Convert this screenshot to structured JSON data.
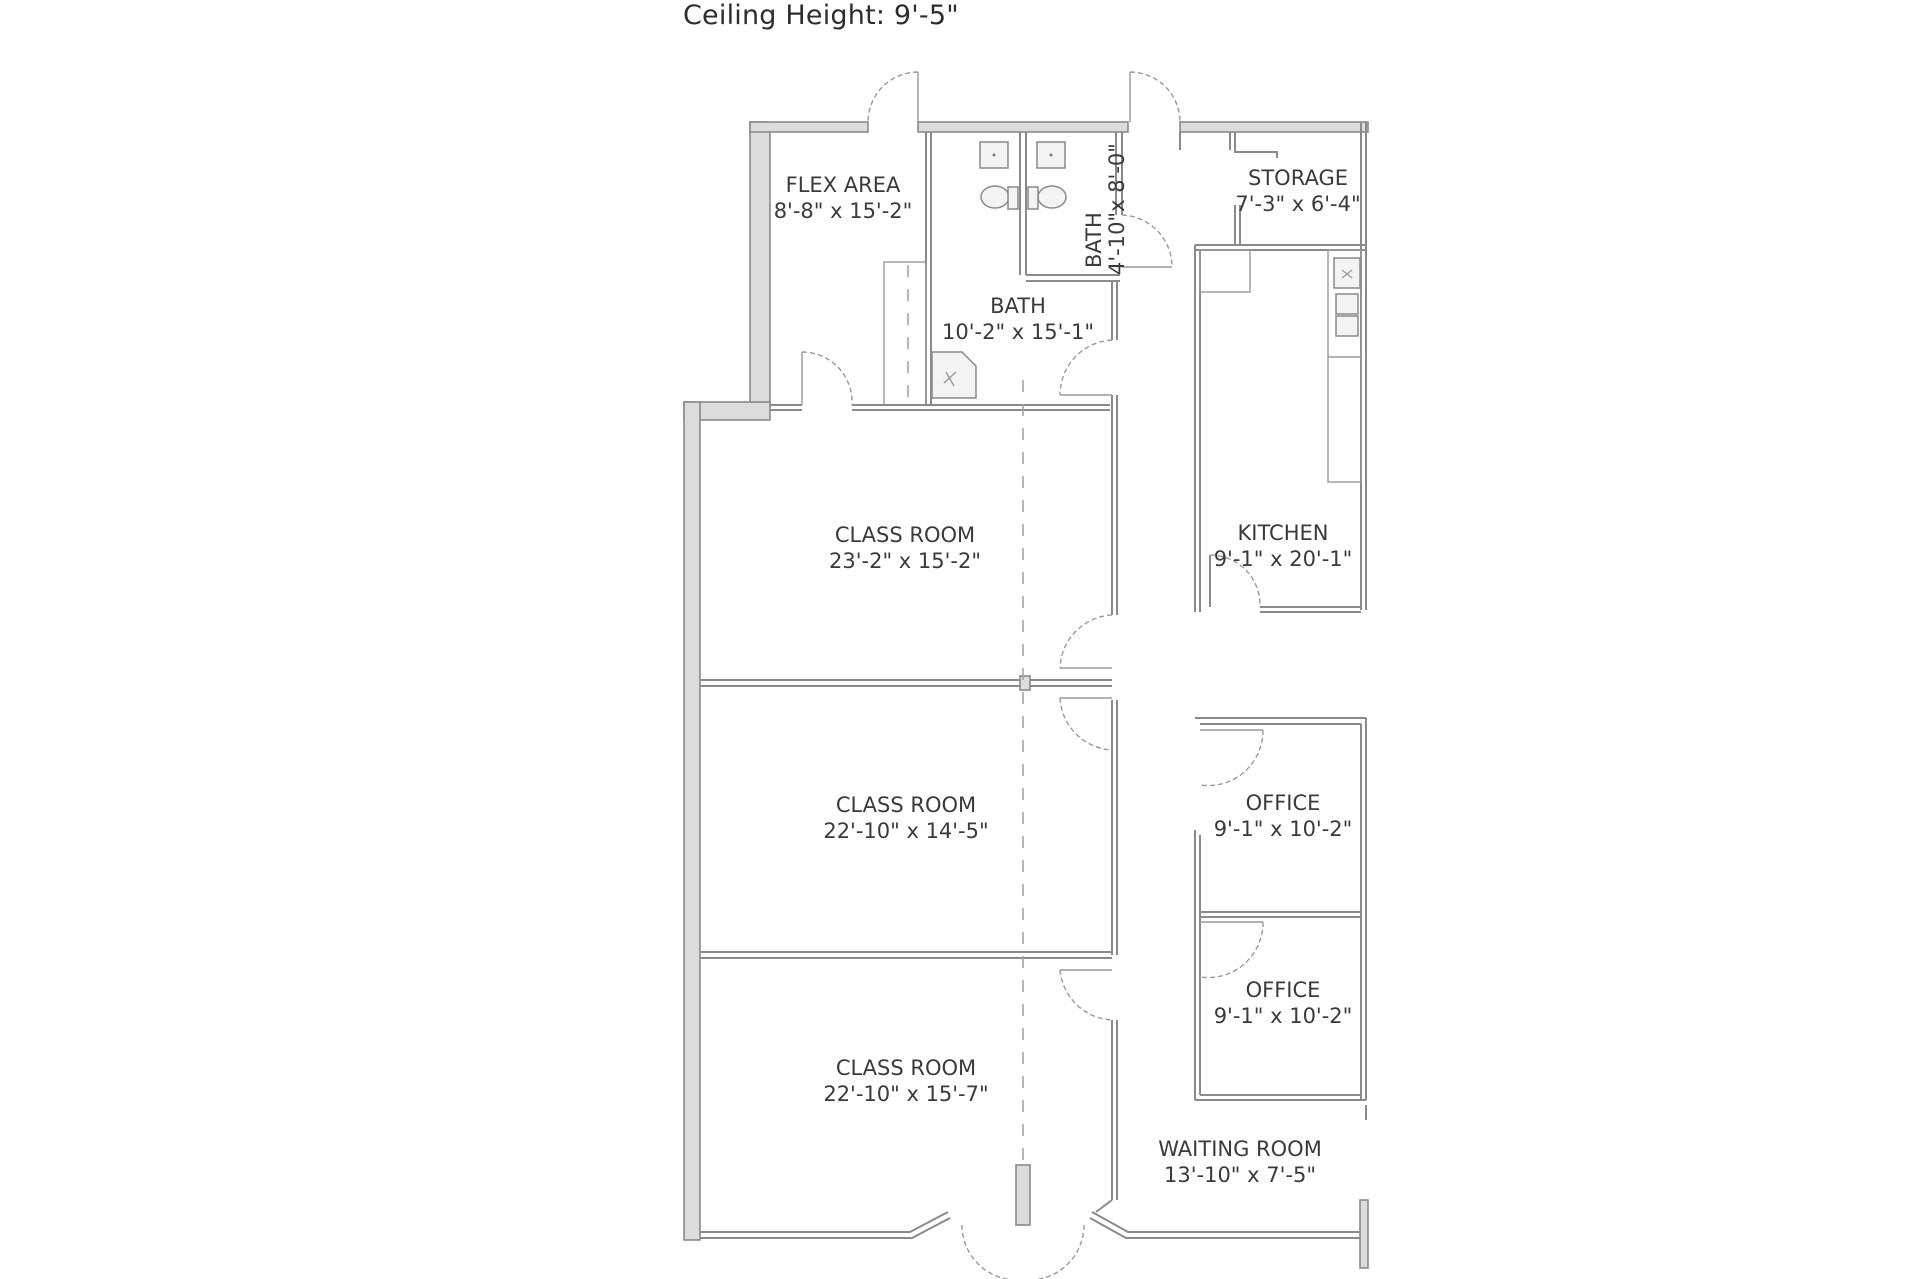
{
  "header": {
    "ceiling_height": "Ceiling Height: 9'-5\""
  },
  "rooms": {
    "flex_area": {
      "name": "FLEX AREA",
      "dim": "8'-8\" x 15'-2\""
    },
    "bath_small": {
      "name": "BATH",
      "dim": "4'-10\"x 8'-0\""
    },
    "bath_large": {
      "name": "BATH",
      "dim": "10'-2\" x 15'-1\""
    },
    "storage": {
      "name": "STORAGE",
      "dim": "7'-3\" x 6'-4\""
    },
    "kitchen": {
      "name": "KITCHEN",
      "dim": "9'-1\" x 20'-1\""
    },
    "classroom_1": {
      "name": "CLASS ROOM",
      "dim": "23'-2\" x 15'-2\""
    },
    "classroom_2": {
      "name": "CLASS ROOM",
      "dim": "22'-10\" x 14'-5\""
    },
    "classroom_3": {
      "name": "CLASS ROOM",
      "dim": "22'-10\" x 15'-7\""
    },
    "office_1": {
      "name": "OFFICE",
      "dim": "9'-1\" x 10'-2\""
    },
    "office_2": {
      "name": "OFFICE",
      "dim": "9'-1\" x 10'-2\""
    },
    "waiting_room": {
      "name": "WAITING ROOM",
      "dim": "13'-10\" x 7'-5\""
    }
  },
  "colors": {
    "wall_fill": "#dcdcdc",
    "wall_stroke": "#8a8a8a",
    "text": "#3a3a3a"
  }
}
